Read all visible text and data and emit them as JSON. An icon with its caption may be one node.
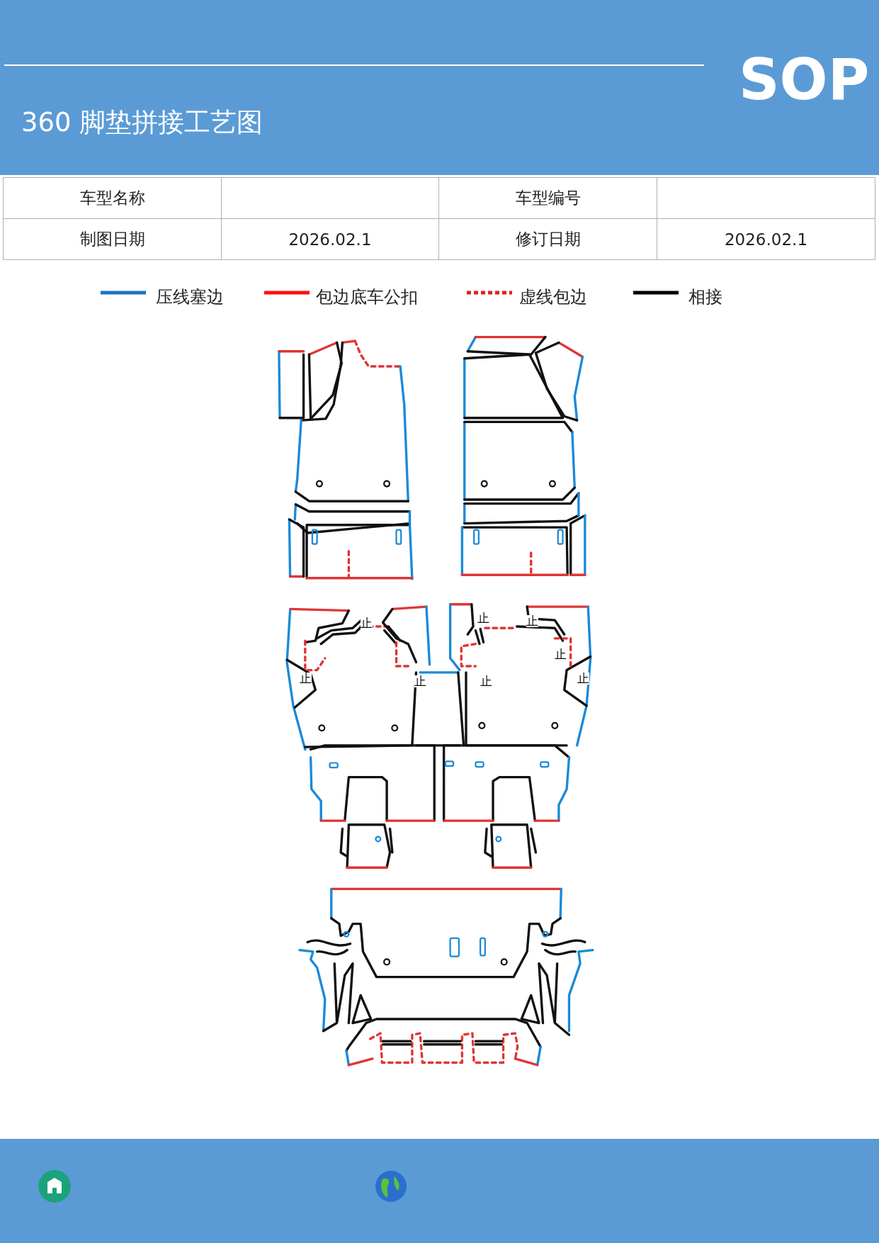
{
  "diagram": {
    "title": "360 脚垫拼接工艺图",
    "labels": [
      "SOP",
      "车型名称",
      "车型编号",
      "制图日期",
      "2026.02.1",
      "修订日期",
      "2026.02.1",
      "止",
      "止",
      "止",
      "止",
      "止",
      "止",
      "止",
      "止"
    ],
    "legend": [
      {
        "text": "压线塞边"
      },
      {
        "text": "包边底车公扣"
      },
      {
        "text": "虚线包边"
      },
      {
        "text": "相接"
      }
    ]
  }
}
